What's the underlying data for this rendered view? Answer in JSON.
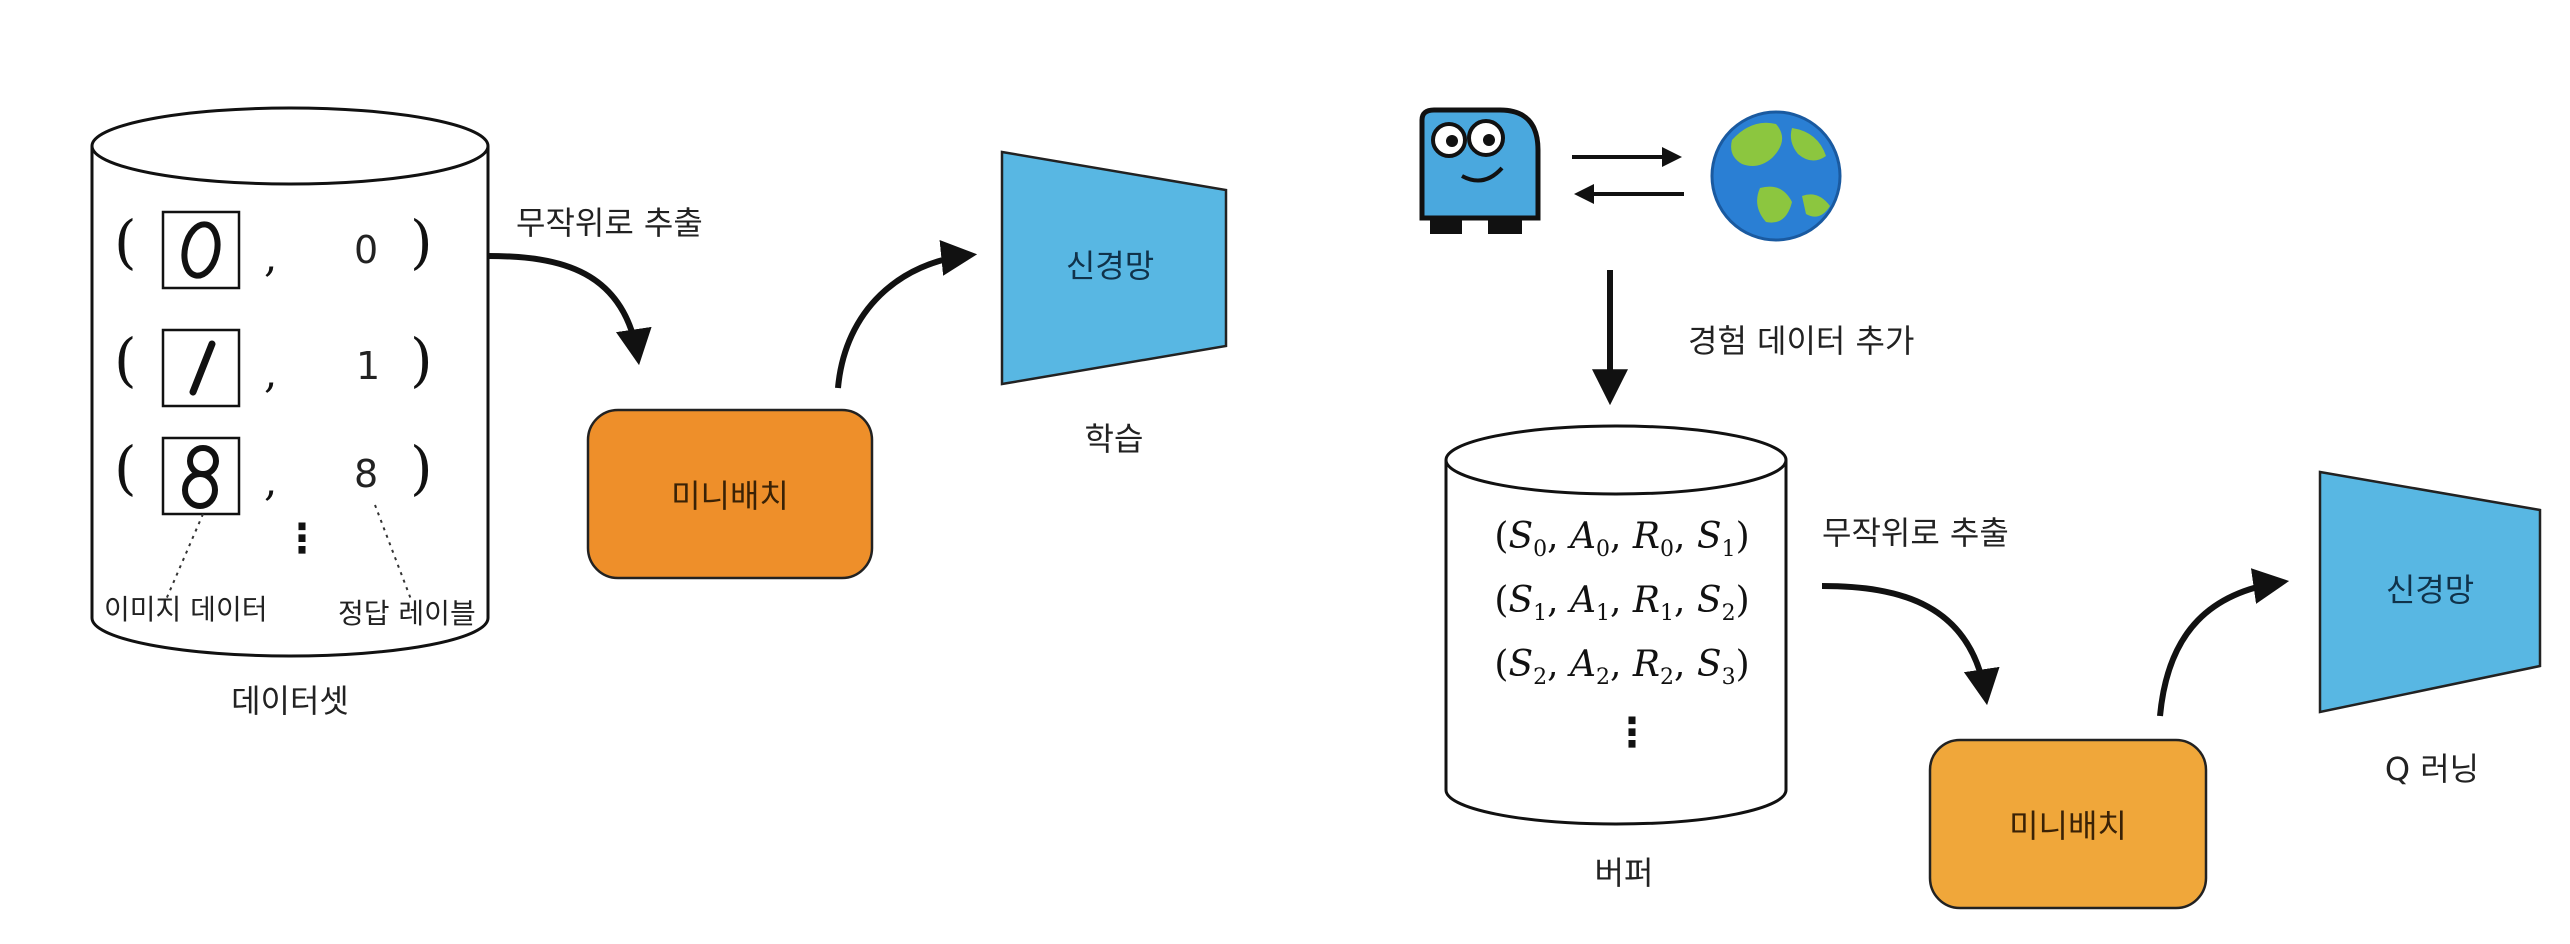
{
  "left": {
    "sample_label": "무작위로 추출",
    "minibatch_label": "미니배치",
    "network_label": "신경망",
    "learning_label": "학습",
    "dataset_label": "데이터셋",
    "image_data_label": "이미지 데이터",
    "answer_label": "정답 레이블",
    "rows": [
      {
        "image": "0",
        "label": "0"
      },
      {
        "image": "1",
        "label": "1"
      },
      {
        "image": "8",
        "label": "8"
      }
    ],
    "comma": ",",
    "paren_open": "(",
    "paren_close": ")",
    "ellipsis": "⋮"
  },
  "right": {
    "experience_label": "경험 데이터 추가",
    "sample_label": "무작위로 추출",
    "minibatch_label": "미니배치",
    "network_label": "신경망",
    "qlearning_label": "Q 러닝",
    "buffer_label": "버퍼",
    "ellipsis": "⋮",
    "tuples": [
      {
        "s": "S",
        "s_i": "0",
        "a": "A",
        "a_i": "0",
        "r": "R",
        "r_i": "0",
        "n": "S",
        "n_i": "1"
      },
      {
        "s": "S",
        "s_i": "1",
        "a": "A",
        "a_i": "1",
        "r": "R",
        "r_i": "1",
        "n": "S",
        "n_i": "2"
      },
      {
        "s": "S",
        "s_i": "2",
        "a": "A",
        "a_i": "2",
        "r": "R",
        "r_i": "2",
        "n": "S",
        "n_i": "3"
      }
    ]
  },
  "colors": {
    "minibatch_orange": "#ee8f2a",
    "minibatch_orange_right": "#f0a73a",
    "network_blue": "#58b7e3",
    "globe_ocean": "#2a7fd4",
    "globe_land": "#8cc63f",
    "agent_blue": "#4aa8de"
  },
  "icons": [
    "agent-robot-icon",
    "earth-globe-icon"
  ]
}
